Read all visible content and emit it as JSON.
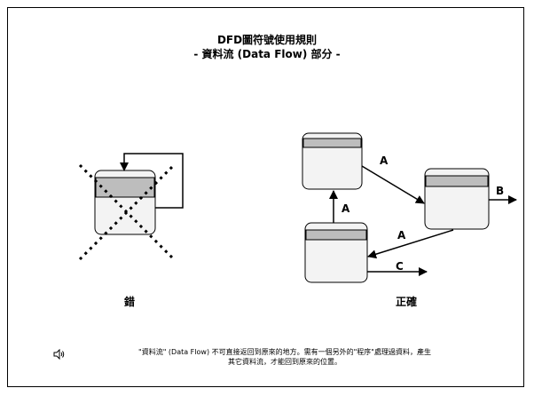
{
  "slide": {
    "title_line1": "DFD圖符號使用規則",
    "title_line2": "- 資料流 (Data Flow) 部分 -",
    "wrong_label": "錯",
    "correct_label": "正確",
    "flow_labels": {
      "a1": "A",
      "a2": "A",
      "a3": "A",
      "b": "B",
      "c": "C"
    },
    "note_line1": "\"資料流\" (Data Flow) 不可直接返回到原來的地方。需有一個另外的\"程序\"處理過資料，產生",
    "note_line2": "其它資料流，才能回到原來的位置。",
    "speaker_icon": "speaker-icon"
  }
}
